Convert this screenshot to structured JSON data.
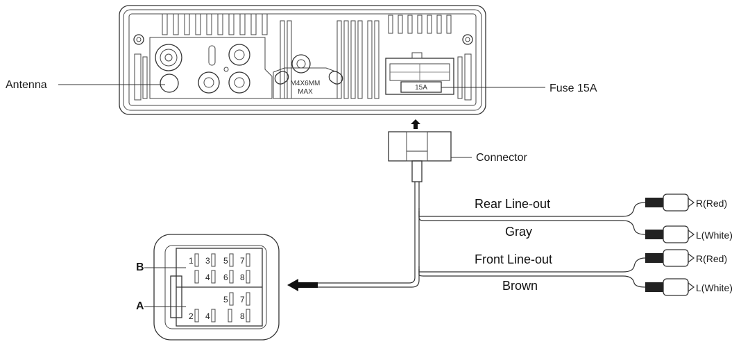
{
  "labels": {
    "antenna": "Antenna",
    "fuse": "Fuse 15A",
    "connector": "Connector",
    "rear_lineout": "Rear Line-out",
    "gray": "Gray",
    "front_lineout": "Front Line-out",
    "brown": "Brown",
    "rear_r": "R(Red)",
    "rear_l": "L(White)",
    "front_r": "R(Red)",
    "front_l": "L(White)",
    "plug_b": "B",
    "plug_a": "A"
  },
  "unit_markings": {
    "screw_spec": "M4X6MM",
    "screw_max": "MAX",
    "fuse_mark": "15A"
  },
  "pins": {
    "b_row1": [
      "1",
      "3",
      "5",
      "7"
    ],
    "b_row2": [
      "4",
      "6",
      "8"
    ],
    "a_row1": [
      "5",
      "7"
    ],
    "a_row2": [
      "2",
      "4",
      "8"
    ]
  },
  "colors": {
    "line": "#333333",
    "text": "#1a1a1a"
  }
}
